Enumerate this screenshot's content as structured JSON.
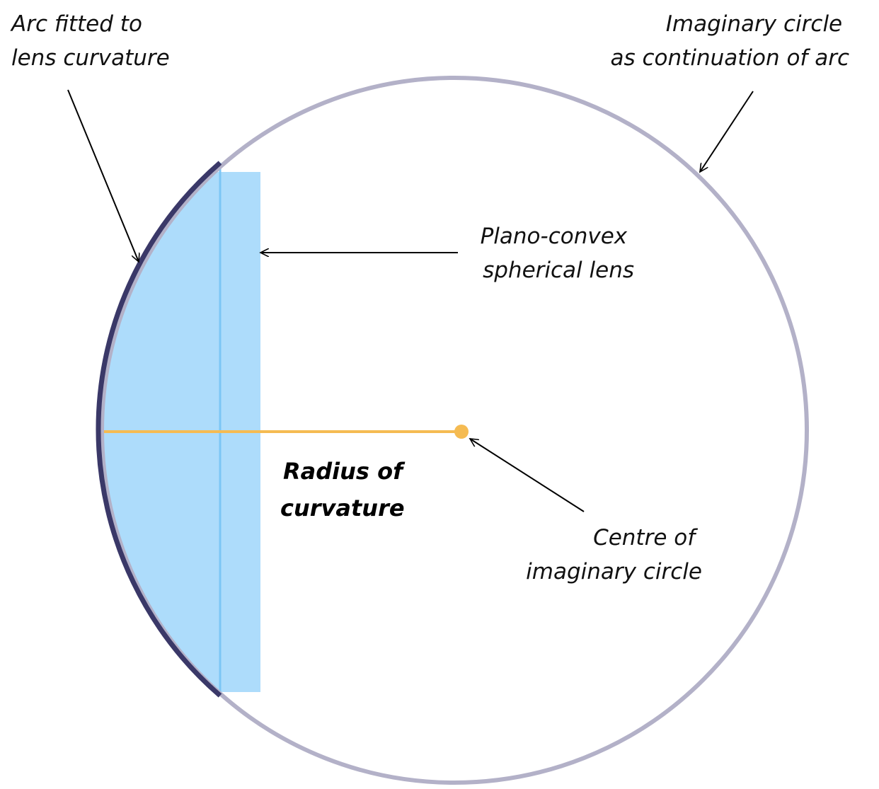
{
  "labels": {
    "arc": [
      "Arc fitted to",
      "lens curvature"
    ],
    "imaginary_circle": [
      "Imaginary circle",
      "as continuation of arc"
    ],
    "lens": [
      "Plano-convex",
      "spherical lens"
    ],
    "radius": [
      "Radius of",
      "curvature"
    ],
    "centre": [
      "Centre of",
      "imaginary circle"
    ]
  },
  "colors": {
    "circle": "#b3b1c8",
    "arc": "#3a3868",
    "lens_fill": "#addcfb",
    "lens_line": "#7cc6f5",
    "radius": "#f5bb52",
    "arrow": "#000000"
  }
}
